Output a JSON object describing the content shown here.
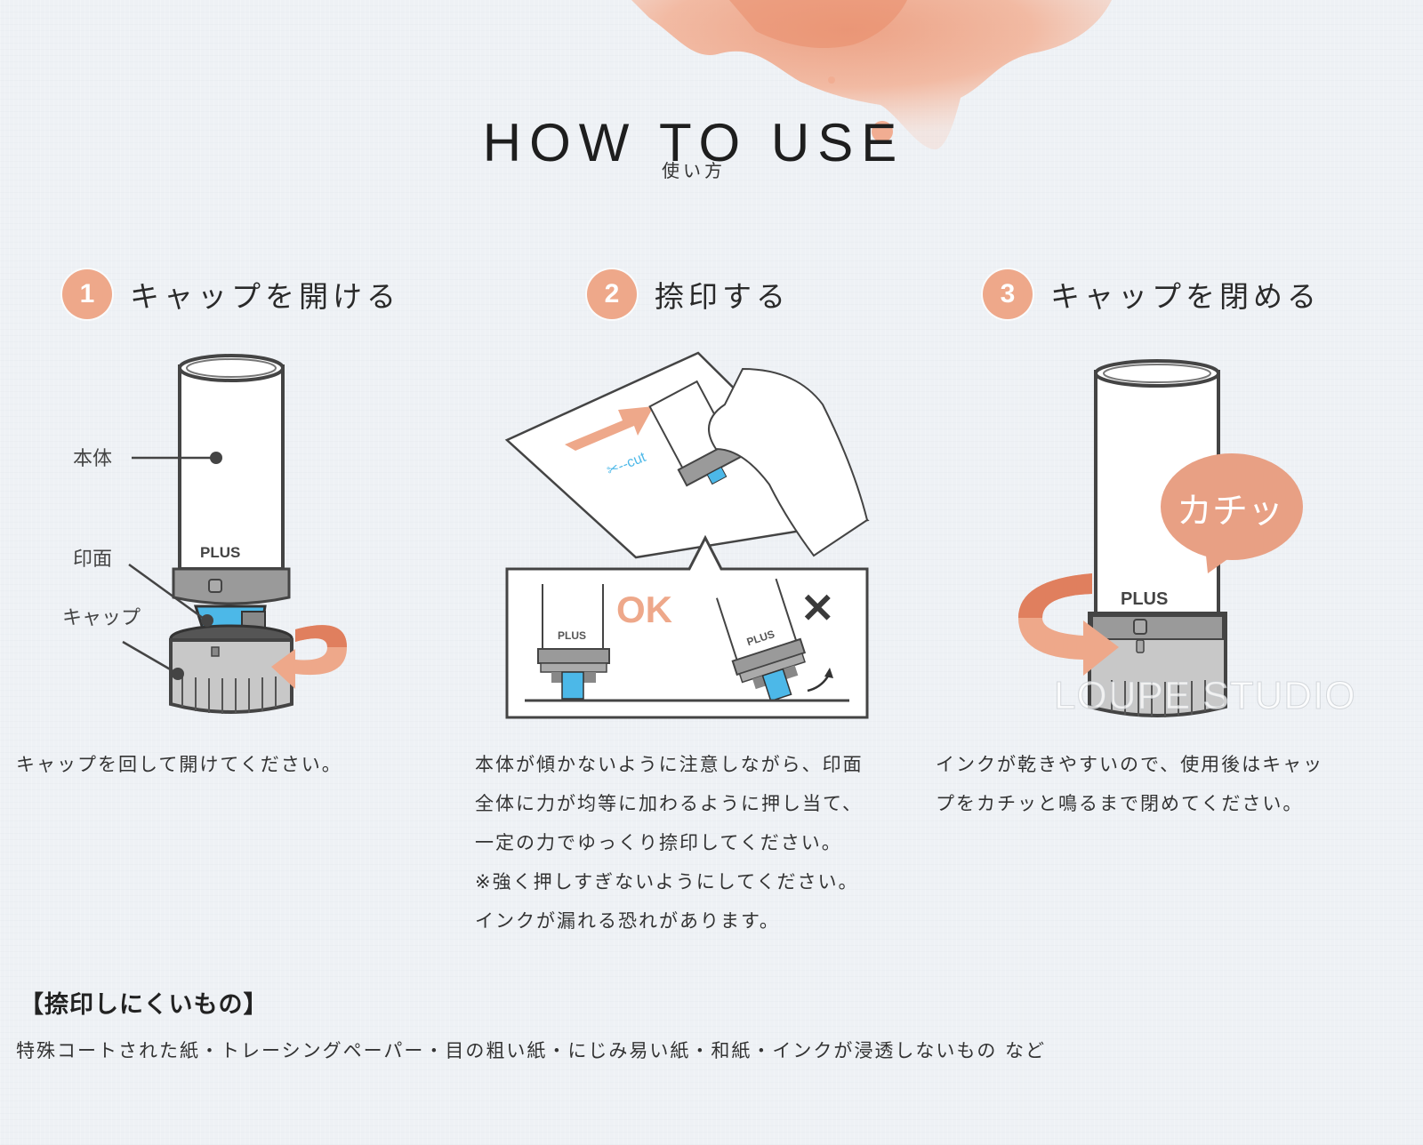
{
  "header": {
    "title": "HOW TO USE",
    "subtitle": "使い方"
  },
  "colors": {
    "accent": "#eea88a",
    "accent_dark": "#e07f5e",
    "text": "#333333",
    "ink_blue": "#4cb8e8",
    "background": "#eef1f5"
  },
  "steps": [
    {
      "number": "1",
      "title": "キャップを開ける",
      "illustration": {
        "labels": [
          "本体",
          "印面",
          "キャップ"
        ],
        "brand": "PLUS",
        "icon": "rotate-counterclockwise-arrow-icon"
      },
      "description": [
        "キャップを回して開けてください。"
      ]
    },
    {
      "number": "2",
      "title": "捺印する",
      "illustration": {
        "stamp_text": "✂--cut",
        "brand": "PLUS",
        "ok_label": "OK",
        "ng_label": "✕",
        "icon": "direction-arrow-icon"
      },
      "description": [
        "本体が傾かないように注意しながら、印面",
        "全体に力が均等に加わるように押し当て、",
        "一定の力でゆっくり捺印してください。",
        "※強く押しすぎないようにしてください。",
        "インクが漏れる恐れがあります。"
      ]
    },
    {
      "number": "3",
      "title": "キャップを閉める",
      "illustration": {
        "brand": "PLUS",
        "bubble": "カチッ",
        "icon": "rotate-clockwise-arrow-icon"
      },
      "description": [
        "インクが乾きやすいので、使用後はキャッ",
        "プをカチッと鳴るまで閉めてください。"
      ]
    }
  ],
  "note": {
    "heading": "【捺印しにくいもの】",
    "body": "特殊コートされた紙・トレーシングペーパー・目の粗い紙・にじみ易い紙・和紙・インクが浸透しないもの など"
  },
  "watermark": "LOUPE STUDIO"
}
